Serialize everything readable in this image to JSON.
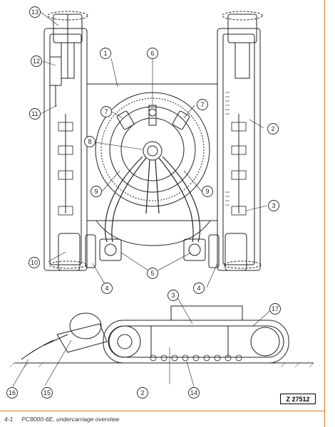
{
  "figure": {
    "caption_number": "4-1",
    "caption_text": "PC8000-6E, undercarriage overview",
    "reference_code": "Z 27512"
  },
  "callouts": [
    "1",
    "2",
    "3",
    "4",
    "5",
    "6",
    "7",
    "8",
    "9",
    "10",
    "11",
    "12",
    "13",
    "14",
    "15",
    "16",
    "17"
  ],
  "colors": {
    "line": "#222222",
    "accent_rule": "#e07a1f"
  }
}
